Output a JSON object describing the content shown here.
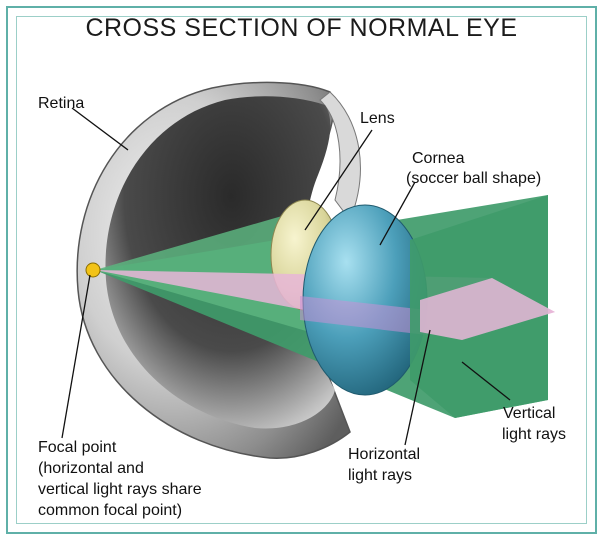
{
  "title": "CROSS SECTION OF NORMAL EYE",
  "labels": {
    "retina": "Retina",
    "lens": "Lens",
    "cornea_line1": "Cornea",
    "cornea_line2": "(soccer ball shape)",
    "vertical_line1": "Vertical",
    "vertical_line2": "light rays",
    "horizontal_line1": "Horizontal",
    "horizontal_line2": "light rays",
    "focal_line1": "Focal point",
    "focal_line2": "(horizontal and",
    "focal_line3": "vertical light rays share",
    "focal_line4": "common focal point)"
  },
  "colors": {
    "frame": "#5fb0a8",
    "vertical_plane": "#3f9b6a",
    "horizontal_plane": "#e8b6d8",
    "cornea": "#4c9fba",
    "lens": "#d9d59a",
    "eyeball_shell": "#9a9a9a",
    "focal_point": "#f2c318"
  }
}
